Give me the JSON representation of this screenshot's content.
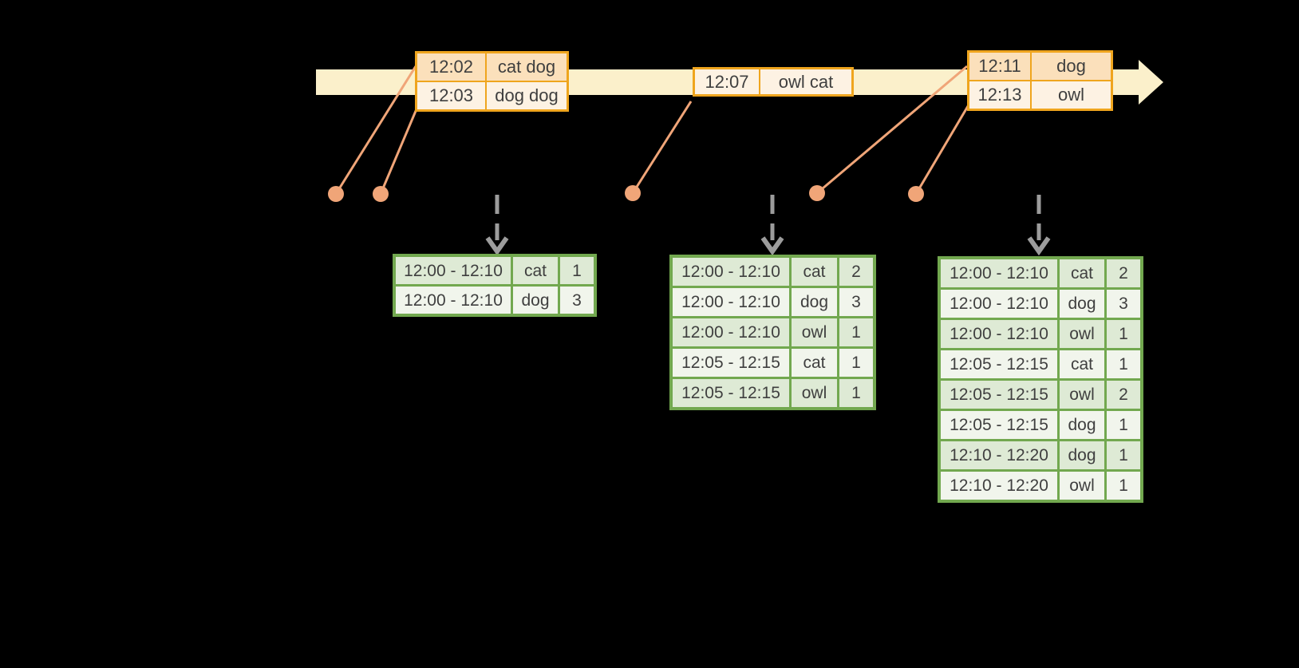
{
  "colors": {
    "background": "#000000",
    "timeline-fill": "#FBF0CB",
    "orange-border": "#EFA51E",
    "orange-row-dark": "#FBE0BB",
    "orange-row-light": "#FDF2E3",
    "green-border": "#72A84F",
    "green-row-dark": "#DEEAD5",
    "green-row-light": "#F1F5EC",
    "connector": "#F0A578",
    "trigger-arrow": "#9C9C9C",
    "text": "#3F3F3F"
  },
  "icons": {
    "timeline_arrow": "right-arrow",
    "event_marker": "dot",
    "trigger_arrow": "dashed-down-arrow"
  },
  "event_tables": [
    {
      "rows": [
        {
          "time": "12:02",
          "words": "cat dog"
        },
        {
          "time": "12:03",
          "words": "dog dog"
        }
      ]
    },
    {
      "rows": [
        {
          "time": "12:07",
          "words": "owl cat"
        }
      ]
    },
    {
      "rows": [
        {
          "time": "12:11",
          "words": "dog"
        },
        {
          "time": "12:13",
          "words": "owl"
        }
      ]
    }
  ],
  "result_tables": [
    {
      "rows": [
        {
          "window": "12:00 - 12:10",
          "word": "cat",
          "count": "1"
        },
        {
          "window": "12:00 - 12:10",
          "word": "dog",
          "count": "3"
        }
      ]
    },
    {
      "rows": [
        {
          "window": "12:00 - 12:10",
          "word": "cat",
          "count": "2"
        },
        {
          "window": "12:00 - 12:10",
          "word": "dog",
          "count": "3"
        },
        {
          "window": "12:00 - 12:10",
          "word": "owl",
          "count": "1"
        },
        {
          "window": "12:05 - 12:15",
          "word": "cat",
          "count": "1"
        },
        {
          "window": "12:05 - 12:15",
          "word": "owl",
          "count": "1"
        }
      ]
    },
    {
      "rows": [
        {
          "window": "12:00 - 12:10",
          "word": "cat",
          "count": "2"
        },
        {
          "window": "12:00 - 12:10",
          "word": "dog",
          "count": "3"
        },
        {
          "window": "12:00 - 12:10",
          "word": "owl",
          "count": "1"
        },
        {
          "window": "12:05 - 12:15",
          "word": "cat",
          "count": "1"
        },
        {
          "window": "12:05 - 12:15",
          "word": "owl",
          "count": "2"
        },
        {
          "window": "12:05 - 12:15",
          "word": "dog",
          "count": "1"
        },
        {
          "window": "12:10 - 12:20",
          "word": "dog",
          "count": "1"
        },
        {
          "window": "12:10 - 12:20",
          "word": "owl",
          "count": "1"
        }
      ]
    }
  ]
}
